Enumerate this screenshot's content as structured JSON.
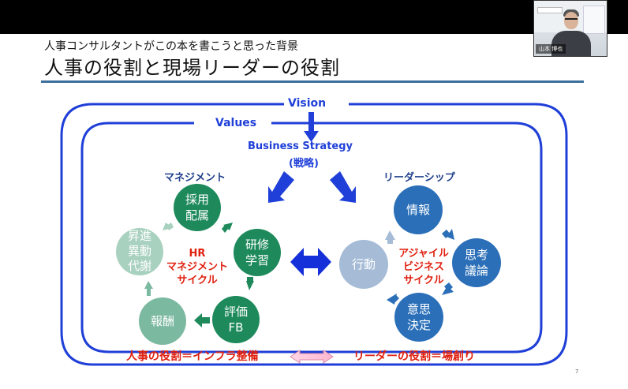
{
  "video": {
    "name": "山本 博也"
  },
  "slide": {
    "subtitle": "人事コンサルタントがこの本を書こうと思った背景",
    "title": "人事の役割と現場リーダーの役割",
    "page_number": "7"
  },
  "diagram": {
    "vision": "Vision",
    "values": "Values",
    "strategy_line1": "Business Strategy",
    "strategy_line2": "(戦略)",
    "left_heading": "マネジメント",
    "right_heading": "リーダーシップ",
    "left_cycle": {
      "c1_l1": "採用",
      "c1_l2": "配属",
      "c2_l1": "研修",
      "c2_l2": "学習",
      "c3_l1": "評価",
      "c3_l2": "FB",
      "c4": "報酬",
      "c5_l1": "昇進",
      "c5_l2": "異動",
      "c5_l3": "代謝",
      "center_l1": "HR",
      "center_l2": "マネジメント",
      "center_l3": "サイクル"
    },
    "right_cycle": {
      "c1": "情報",
      "c2_l1": "思考",
      "c2_l2": "議論",
      "c3_l1": "意思",
      "c3_l2": "決定",
      "c4": "行動",
      "center_l1": "アジャイル",
      "center_l2": "ビジネス",
      "center_l3": "サイクル"
    },
    "bottom_left": "人事の役割＝インフラ整備",
    "bottom_right": "リーダーの役割＝場創り"
  }
}
